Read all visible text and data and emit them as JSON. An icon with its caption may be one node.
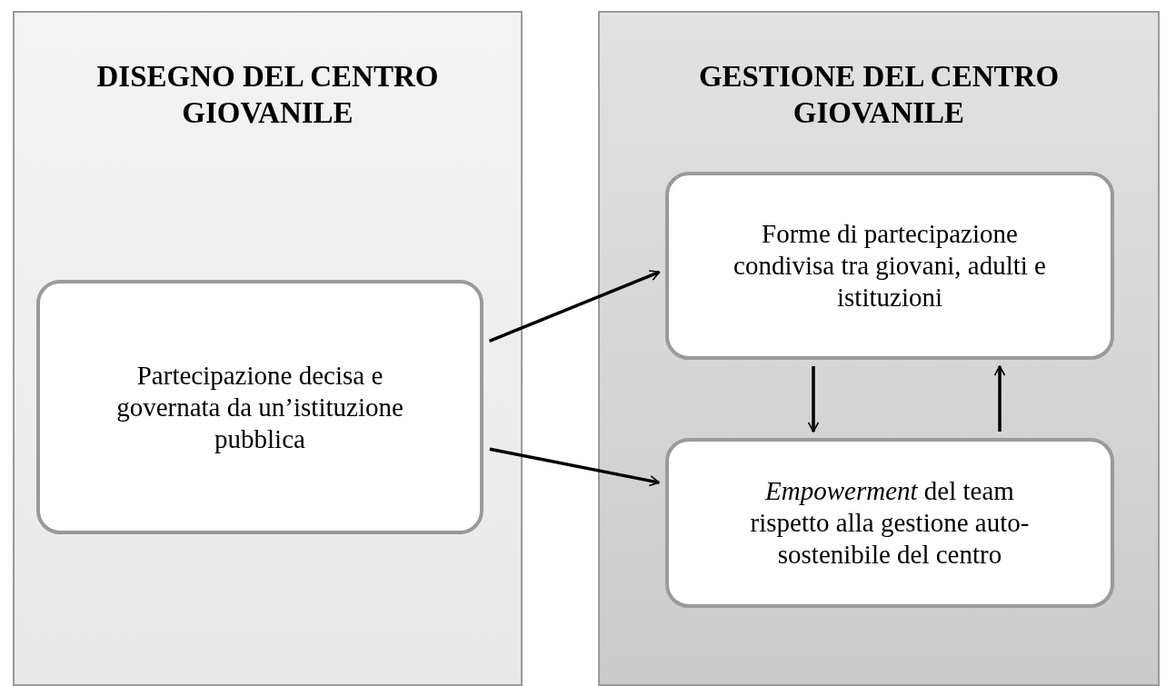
{
  "diagram": {
    "nodes": [
      {
        "text": [
          "DISEGNO DEL CENTRO GIOVANILE"
        ]
      },
      {
        "text": [
          "GESTIONE DEL CENTRO GIOVANILE"
        ]
      },
      {
        "text": [
          "Partecipazione decisa e governata da un’istituzione pubblica"
        ],
        "in": 0
      },
      {
        "text": [
          "Forme di partecipazione condivisa tra giovani, adulti e istituzioni"
        ],
        "in": 1
      },
      {
        "text": [
          "*Empowerment* del team rispetto alla gestione auto-sostenibile del centro"
        ],
        "in": 1
      }
    ],
    "edges": [
      {
        "from": 2,
        "to": 3,
        "arrow": "to"
      },
      {
        "from": 2,
        "to": 4,
        "arrow": "to"
      },
      {
        "from": 3,
        "to": 4,
        "arrow": "to"
      },
      {
        "from": 4,
        "to": 3,
        "arrow": "to"
      }
    ]
  }
}
